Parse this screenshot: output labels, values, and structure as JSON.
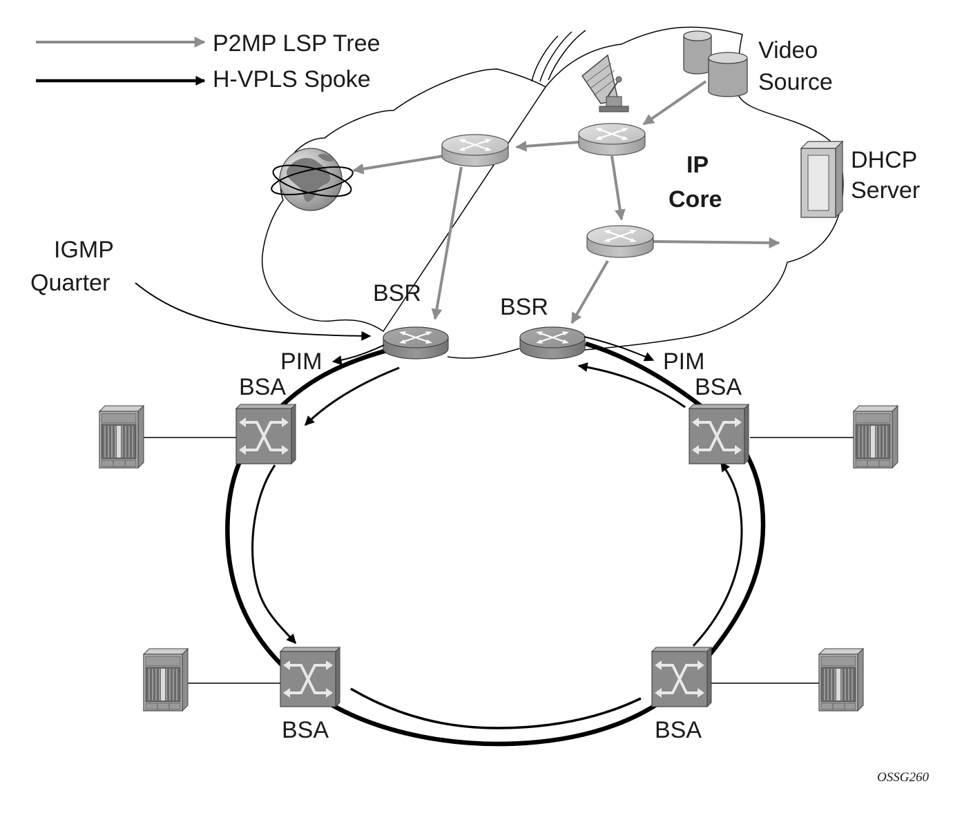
{
  "legend": {
    "p2mp_label": "P2MP LSP Tree",
    "hvpls_label": "H-VPLS Spoke"
  },
  "labels": {
    "video_source_line1": "Video",
    "video_source_line2": "Source",
    "dhcp_line1": "DHCP",
    "dhcp_line2": "Server",
    "ip_core_line1": "IP",
    "ip_core_line2": "Core",
    "igmp_line1": "IGMP",
    "igmp_line2": "Quarter",
    "bsr_left": "BSR",
    "bsr_right": "BSR",
    "pim_left": "PIM",
    "pim_right": "PIM",
    "bsa_top_left": "BSA",
    "bsa_top_right": "BSA",
    "bsa_bottom_left": "BSA",
    "bsa_bottom_right": "BSA",
    "figure_id": "OSSG260"
  },
  "colors": {
    "p2mp_arrow": "#8c8c8c",
    "spoke_arrow": "#000000",
    "router_fill": "#b5b5b5",
    "switch_fill": "#8a8a8a"
  }
}
